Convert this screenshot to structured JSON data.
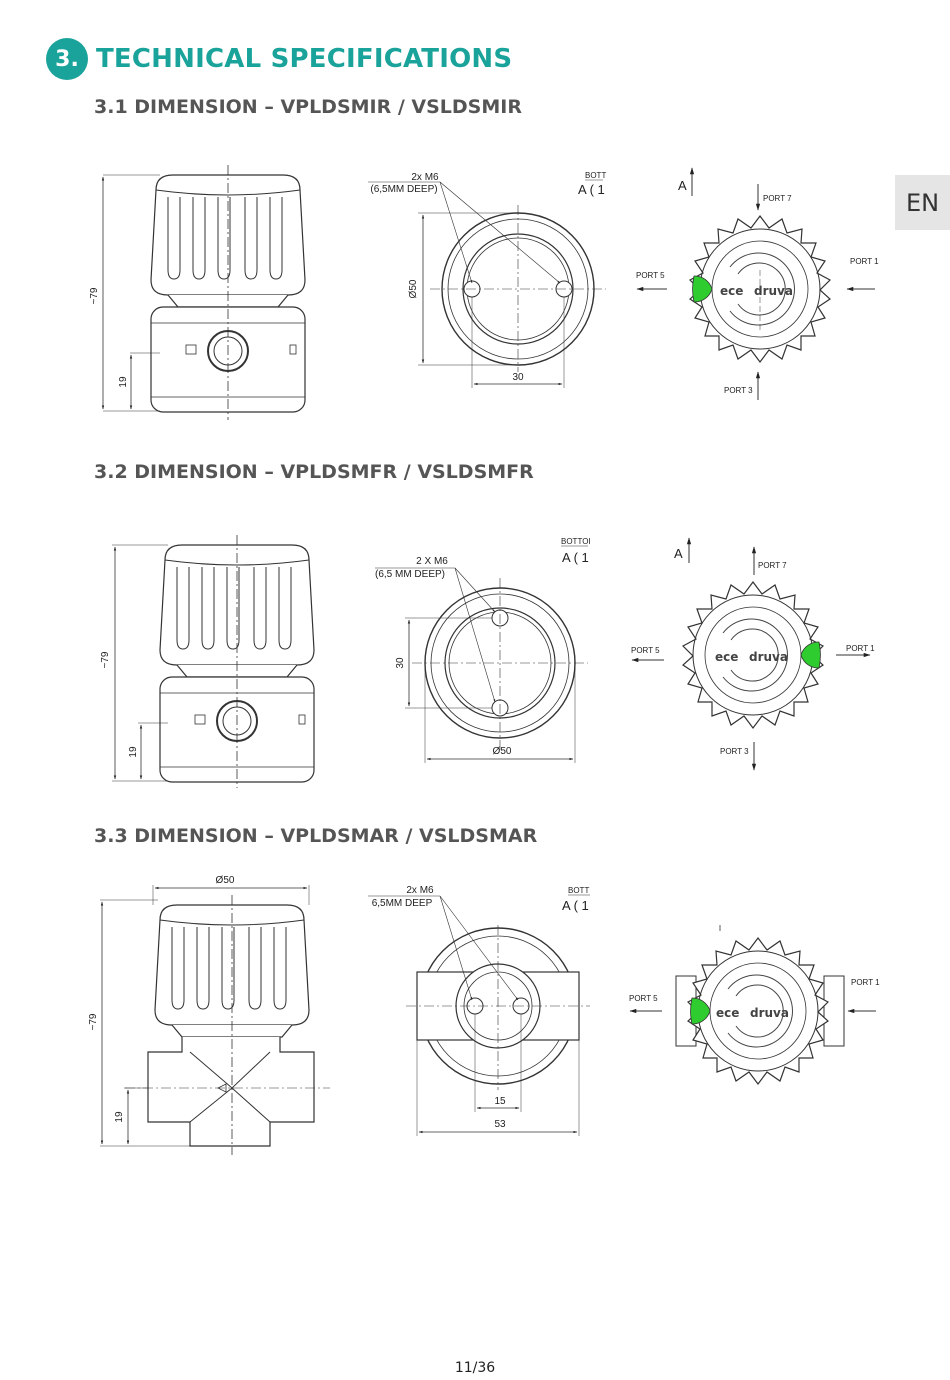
{
  "chapter": {
    "number": "3.",
    "title": "TECHNICAL SPECIFICATIONS"
  },
  "language_tab": "EN",
  "sections": [
    {
      "title": "3.1 DIMENSION – VPLDSMIR / VSLDSMIR",
      "side_view": {
        "height_label": "~79",
        "base_label": "19"
      },
      "bottom_view": {
        "note_line1": "2x M6",
        "note_line2": "(6,5MM DEEP)",
        "dia_label": "Ø50",
        "spacing_label": "30",
        "view_label": "BOTT",
        "view_sub": "A ( 1"
      },
      "top_view": {
        "view_mark": "A",
        "ports": [
          "PORT 7",
          "PORT 1",
          "PORT 5",
          "PORT 3"
        ],
        "brand_logo": "ece",
        "brand_name": "druva"
      }
    },
    {
      "title": "3.2 DIMENSION – VPLDSMFR / VSLDSMFR",
      "side_view": {
        "height_label": "~79",
        "base_label": "19"
      },
      "bottom_view": {
        "note_line1": "2 X M6",
        "note_line2": "(6,5 MM DEEP)",
        "dia_label": "Ø50",
        "spacing_label": "30",
        "view_label": "BOTTOI",
        "view_sub": "A ( 1"
      },
      "top_view": {
        "view_mark": "A",
        "ports": [
          "PORT 7",
          "PORT 1",
          "PORT 5",
          "PORT 3"
        ],
        "brand_logo": "ece",
        "brand_name": "druva"
      }
    },
    {
      "title": "3.3 DIMENSION – VPLDSMAR / VSLDSMAR",
      "side_view": {
        "top_label": "Ø50",
        "height_label": "~79",
        "base_label": "19"
      },
      "bottom_view": {
        "note_line1": "2x M6",
        "note_line2": "6,5MM DEEP",
        "width_label": "53",
        "spacing_label": "15",
        "view_label": "BOTT",
        "view_sub": "A ( 1"
      },
      "top_view": {
        "ports": [
          "PORT 1",
          "PORT 5"
        ],
        "brand_logo": "ece",
        "brand_name": "druva"
      }
    }
  ],
  "page_number": "11/36",
  "colors": {
    "accent": "#1aa39a",
    "indicator": "#2ecc2e",
    "line": "#333333",
    "tab_bg": "#e5e5e5"
  }
}
